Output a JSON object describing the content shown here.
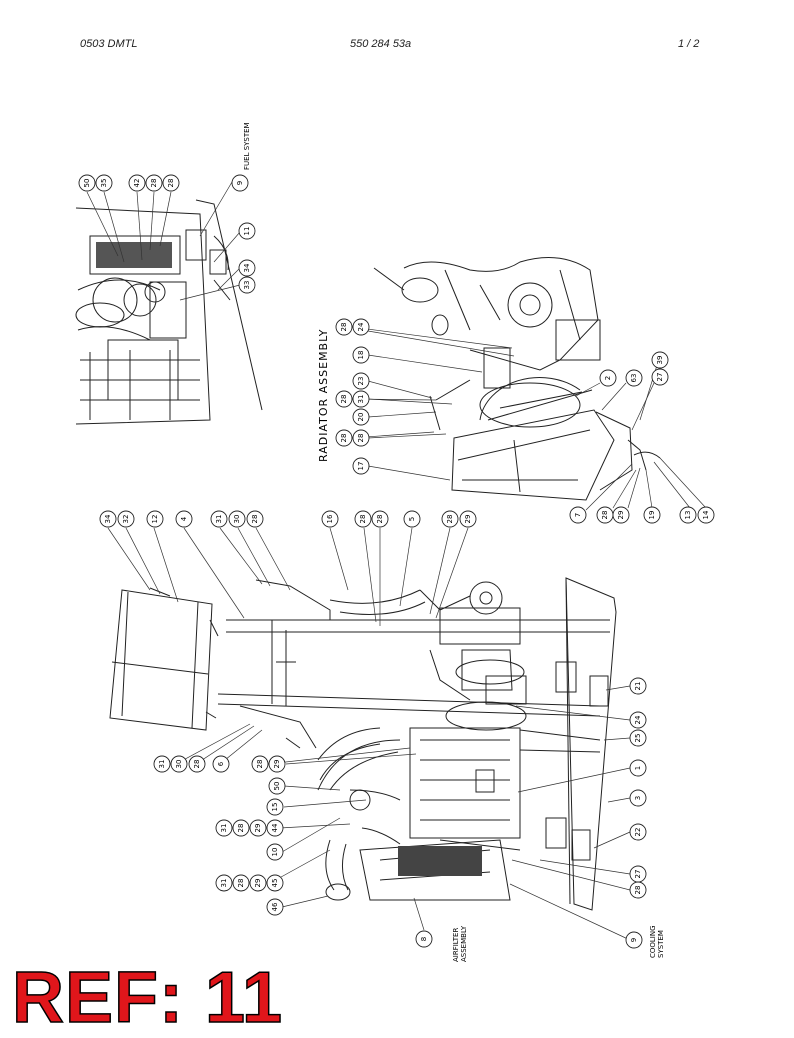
{
  "header": {
    "left": "0503 DMTL",
    "center": "550 284 53a",
    "page": "1 /  2"
  },
  "sections": {
    "fuel_system": "FUEL SYSTEM",
    "radiator_assembly": "RADIATOR ASSEMBLY",
    "air_filter_assembly": [
      "AIRFILTER",
      "ASSEMBLY"
    ],
    "cooling_system": [
      "COOLING",
      "SYSTEM"
    ]
  },
  "balloons": {
    "fuel": [
      "50",
      "35",
      "42",
      "28",
      "28",
      "9",
      "11",
      "34",
      "33"
    ],
    "radiator": [
      "28",
      "24",
      "18",
      "23",
      "28",
      "31",
      "20",
      "28",
      "28",
      "17",
      "2",
      "63",
      "39",
      "27",
      "7",
      "28",
      "29",
      "19",
      "13",
      "14"
    ],
    "main_top": [
      "34",
      "32",
      "12",
      "4",
      "31",
      "30",
      "28",
      "16",
      "28",
      "28",
      "5",
      "28",
      "29"
    ],
    "main_left": [
      "31",
      "30",
      "28",
      "6",
      "28",
      "29",
      "50",
      "15",
      "31",
      "28",
      "29",
      "44",
      "10",
      "31",
      "28",
      "29",
      "45",
      "46"
    ],
    "main_right": [
      "21",
      "24",
      "25",
      "1",
      "3",
      "22",
      "27",
      "28",
      "9"
    ],
    "main_bottom": [
      "8"
    ]
  },
  "ref_label": "REF: 11"
}
